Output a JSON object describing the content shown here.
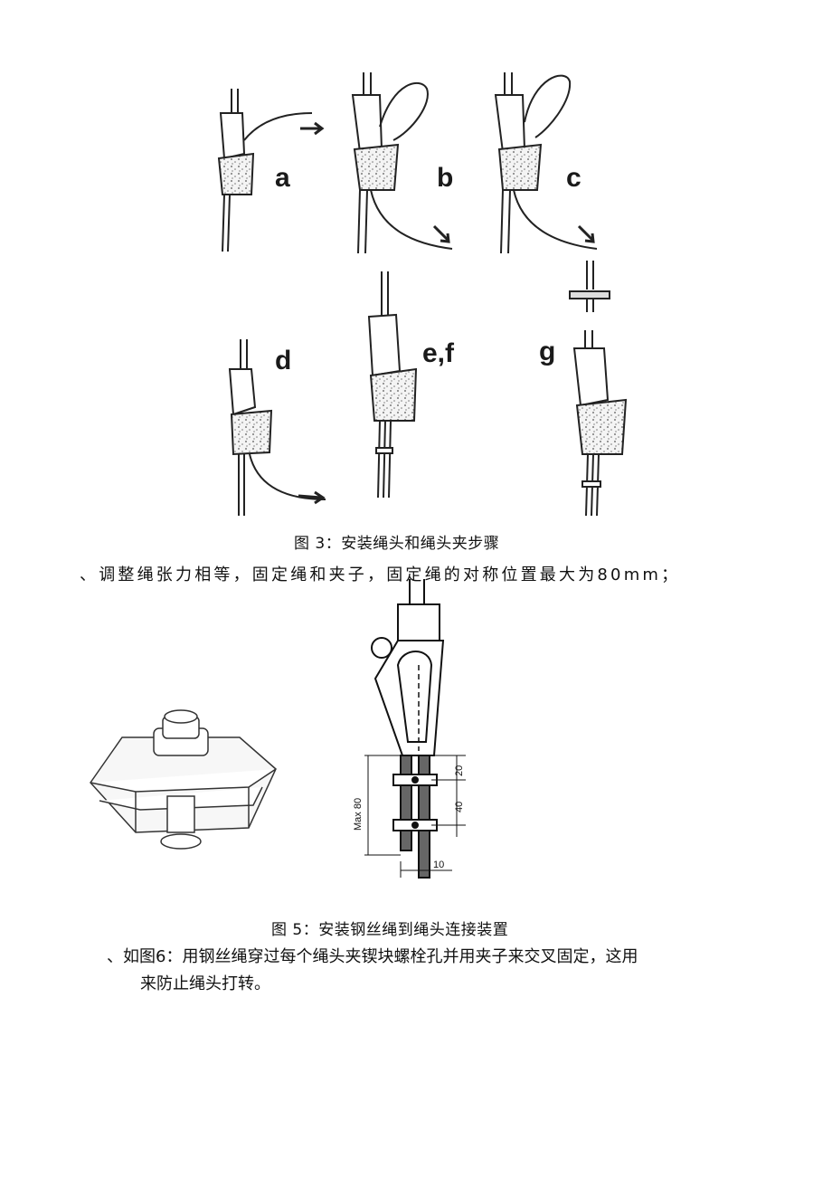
{
  "figure3": {
    "step_labels": {
      "a": "a",
      "b": "b",
      "c": "c",
      "d": "d",
      "ef": "e,f",
      "g": "g"
    },
    "caption": "图 3：安装绳头和绳头夹步骤"
  },
  "paragraph1": "、调整绳张力相等，固定绳和夹子，固定绳的对称位置最大为80mm；",
  "figure5": {
    "dimensions": {
      "max_label": "Max 80",
      "dim_20": "20",
      "dim_40": "40",
      "dim_10": "10"
    },
    "caption": "图 5：安装钢丝绳到绳头连接装置"
  },
  "paragraph2": {
    "line1": "、如图6：用钢丝绳穿过每个绳头夹锲块螺栓孔并用夹子来交叉固定，这用",
    "line2": "来防止绳头打转。"
  }
}
